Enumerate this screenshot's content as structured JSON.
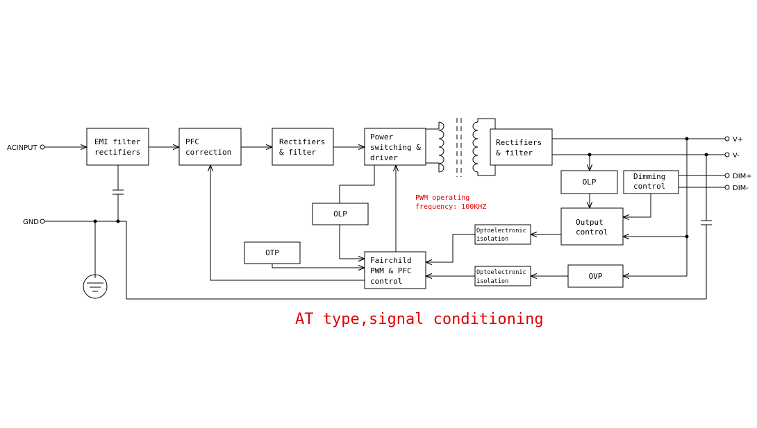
{
  "caption": "AT type,signal conditioning",
  "note": {
    "line1": "PWM operating",
    "line2": "frequency: 100KHZ"
  },
  "terminals": {
    "acinput": "ACINPUT",
    "gnd": "GND",
    "vplus": "V+",
    "vminus": "V-",
    "dimplus": "DIM+",
    "dimminus": "DIM-"
  },
  "blocks": {
    "emi": [
      "EMI filter",
      "rectifiers"
    ],
    "pfc": [
      "PFC",
      "correction"
    ],
    "rect1": [
      "Rectifiers",
      "& filter"
    ],
    "power": [
      "Power",
      "switching &",
      "driver"
    ],
    "rect2": [
      "Rectifiers",
      "& filter"
    ],
    "olp_right": [
      "OLP"
    ],
    "dimming": [
      "Dimming",
      "control"
    ],
    "olp_left": [
      "OLP"
    ],
    "output": [
      "Output",
      "control"
    ],
    "opto_top": [
      "Optoelectronic",
      "isolation"
    ],
    "otp": [
      "OTP"
    ],
    "fairchild": [
      "Fairchild",
      "PWM & PFC",
      "control"
    ],
    "opto_bottom": [
      "Optoelectronic",
      "isolation"
    ],
    "ovp": [
      "OVP"
    ]
  },
  "colors": {
    "line": "#000000",
    "accent": "#e00000",
    "background": "#ffffff"
  }
}
